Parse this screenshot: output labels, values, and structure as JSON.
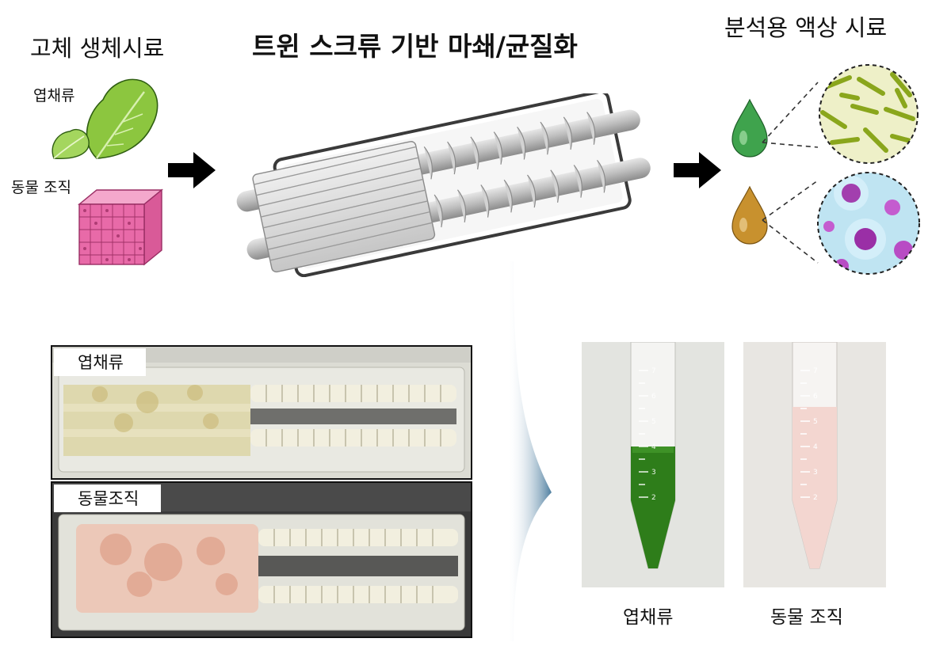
{
  "header": {
    "left_title": "고체 생체시료",
    "center_title": "트윈 스크류 기반 마쇄/균질화",
    "right_title": "분석용 액상 시료"
  },
  "inputs": {
    "leafy_label": "엽채류",
    "animal_label": "동물 조직"
  },
  "photos": {
    "leafy_tag": "엽채류",
    "animal_tag": "동물조직"
  },
  "tubes": {
    "green_label": "엽채류",
    "pink_label": "동물 조직",
    "scale_marks": [
      "7",
      "6",
      "5",
      "4",
      "3",
      "2"
    ]
  },
  "colors": {
    "arrow": "#000000",
    "leaf_green": "#8cc63f",
    "tissue_pink": "#e86aa8",
    "screw_gray": "#b8b8b8",
    "liquid_green": "#2e7d1a",
    "liquid_pink": "#f3d6d0",
    "droplet_green": "#3fa34d",
    "droplet_amber": "#c8912e",
    "flow_arrow": "#4f7fa0"
  },
  "icons": [
    "lettuce-icon",
    "tissue-cube-icon",
    "right-arrow-icon",
    "droplet-icon",
    "bacteria-magnifier-icon",
    "cells-magnifier-icon",
    "flow-arrow-icon"
  ]
}
